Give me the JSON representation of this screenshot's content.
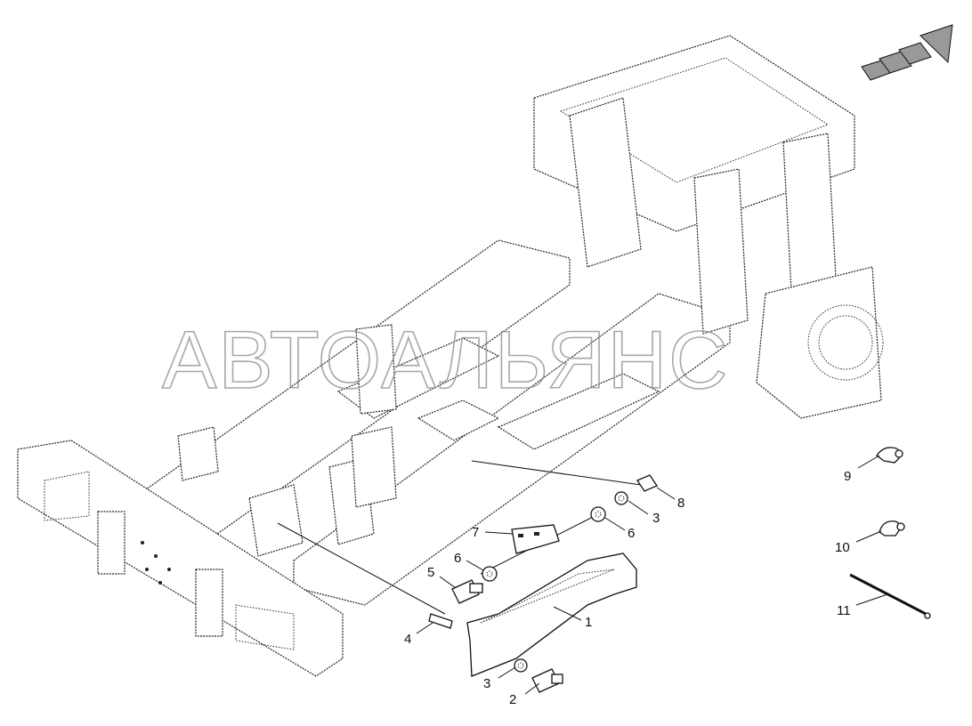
{
  "watermark": "АВТОАЛЬЯНС",
  "callouts": [
    {
      "id": "c1",
      "text": "1"
    },
    {
      "id": "c2",
      "text": "2"
    },
    {
      "id": "c3a",
      "text": "3"
    },
    {
      "id": "c3b",
      "text": "3"
    },
    {
      "id": "c4",
      "text": "4"
    },
    {
      "id": "c5",
      "text": "5"
    },
    {
      "id": "c6a",
      "text": "6"
    },
    {
      "id": "c6b",
      "text": "6"
    },
    {
      "id": "c7",
      "text": "7"
    },
    {
      "id": "c8",
      "text": "8"
    },
    {
      "id": "c9",
      "text": "9"
    },
    {
      "id": "c10",
      "text": "10"
    },
    {
      "id": "c11",
      "text": "11"
    }
  ],
  "icons": {
    "direction": "forward-direction-arrow-icon"
  }
}
